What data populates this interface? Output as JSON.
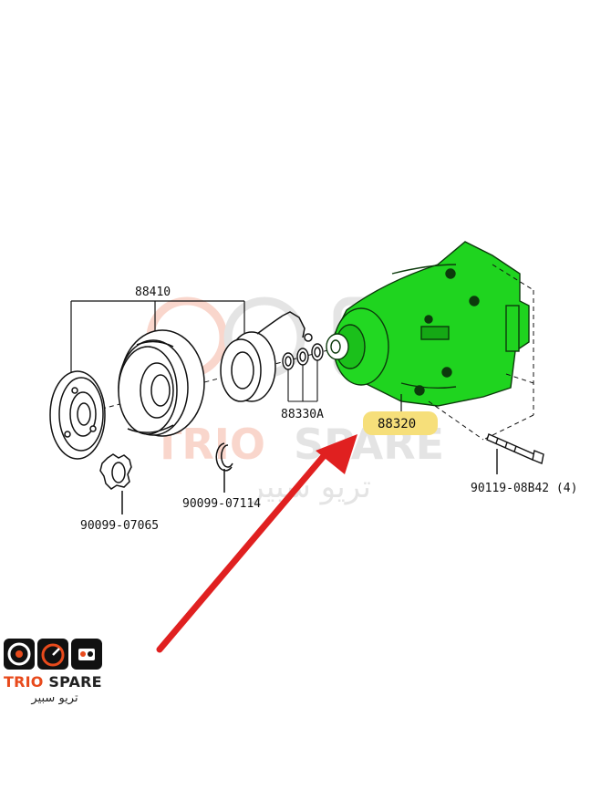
{
  "parts": {
    "pulley_assembly": "88410",
    "shim_set": "88330A",
    "compressor": "88320",
    "bolt": "90119-08B42 (4)",
    "snap_ring_outer": "90099-07114",
    "snap_ring_inner": "90099-07065"
  },
  "watermark": {
    "brand_word1": "TRIO",
    "brand_word2": "SPARE",
    "arabic": "تريو سبير"
  },
  "logo": {
    "brand_word1": "TRIO",
    "brand_word2": "SPARE",
    "arabic": "تريو سبير"
  },
  "colors": {
    "compressor_fill": "#1fd41f",
    "highlight": "#f6df7a",
    "arrow": "#e02020",
    "brand_orange": "#e84a1c"
  }
}
